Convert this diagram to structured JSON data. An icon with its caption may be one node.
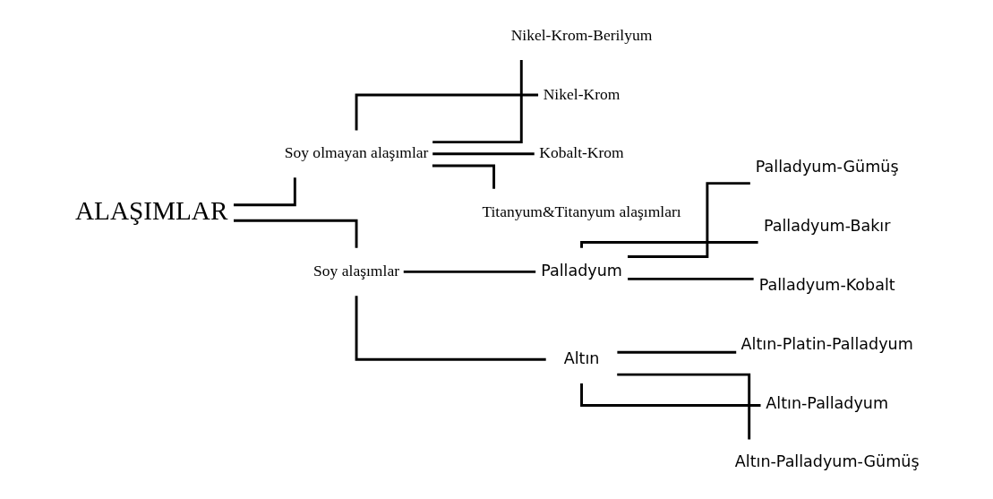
{
  "diagram": {
    "nodes": [
      {
        "text": [
          "ALAŞIMLAR"
        ]
      },
      {
        "text": [
          "Soy olmayan alaşımlar"
        ]
      },
      {
        "text": [
          "Nikel-Krom-Berilyum"
        ]
      },
      {
        "text": [
          "Nikel-Krom"
        ]
      },
      {
        "text": [
          "Kobalt-Krom"
        ]
      },
      {
        "text": [
          "Titanyum&Titanyum alaşımları"
        ]
      },
      {
        "text": [
          "Soy alaşımlar"
        ]
      },
      {
        "text": [
          "Palladyum"
        ]
      },
      {
        "text": [
          "Palladyum-Gümüş"
        ]
      },
      {
        "text": [
          "Palladyum-Bakır"
        ]
      },
      {
        "text": [
          "Palladyum-Kobalt"
        ]
      },
      {
        "text": [
          "Altın"
        ]
      },
      {
        "text": [
          "Altın-Platin-Palladyum"
        ]
      },
      {
        "text": [
          "Altın-Palladyum"
        ]
      },
      {
        "text": [
          "Altın-Palladyum-Gümüş"
        ]
      }
    ],
    "edges": [
      {
        "from": 0,
        "to": 1,
        "arrow": "none"
      },
      {
        "from": 0,
        "to": 6,
        "arrow": "none"
      },
      {
        "from": 1,
        "to": 2,
        "arrow": "none"
      },
      {
        "from": 1,
        "to": 3,
        "arrow": "none"
      },
      {
        "from": 1,
        "to": 4,
        "arrow": "none"
      },
      {
        "from": 1,
        "to": 5,
        "arrow": "none"
      },
      {
        "from": 6,
        "to": 7,
        "arrow": "none"
      },
      {
        "from": 6,
        "to": 11,
        "arrow": "none"
      },
      {
        "from": 7,
        "to": 8,
        "arrow": "none"
      },
      {
        "from": 7,
        "to": 9,
        "arrow": "none"
      },
      {
        "from": 7,
        "to": 10,
        "arrow": "none"
      },
      {
        "from": 11,
        "to": 12,
        "arrow": "none"
      },
      {
        "from": 11,
        "to": 13,
        "arrow": "none"
      },
      {
        "from": 11,
        "to": 14,
        "arrow": "none"
      }
    ]
  }
}
